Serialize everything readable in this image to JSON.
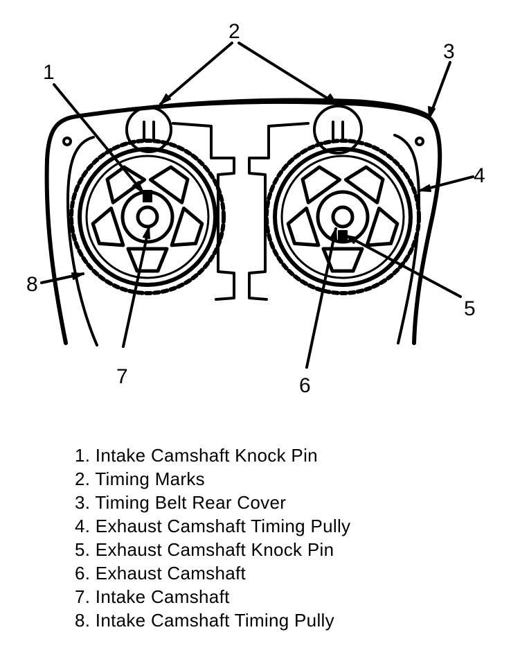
{
  "callouts": [
    "1",
    "2",
    "3",
    "4",
    "5",
    "6",
    "7",
    "8"
  ],
  "legend": [
    "1. Intake Camshaft Knock Pin",
    "2. Timing Marks",
    "3. Timing Belt Rear Cover",
    "4. Exhaust Camshaft Timing Pully",
    "5. Exhaust Camshaft Knock Pin",
    "6. Exhaust Camshaft",
    "7. Intake Camshaft",
    "8. Intake Camshaft Timing Pully"
  ]
}
